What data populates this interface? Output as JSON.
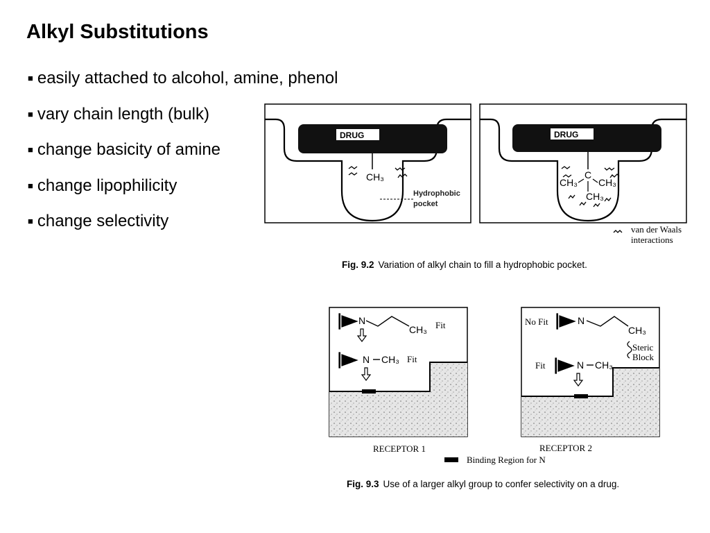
{
  "slide": {
    "title": "Alkyl Substitutions",
    "bullets": [
      "easily attached to alcohol, amine, phenol",
      "vary chain length (bulk)",
      "change basicity of amine",
      "change lipophilicity",
      "change selectivity"
    ]
  },
  "fig92": {
    "drug_label": "DRUG",
    "methyl_label": "CH₃",
    "carbon_label": "C",
    "hydrophobic_label_line1": "Hydrophobic",
    "hydrophobic_label_line2": "pocket",
    "legend_line1": "van der Waals",
    "legend_line2": "interactions",
    "caption_num": "Fig. 9.2",
    "caption_text": "Variation of alkyl chain to fill a hydrophobic pocket."
  },
  "fig93": {
    "fit_label": "Fit",
    "no_fit_label": "No Fit",
    "steric_line1": "Steric",
    "steric_line2": "Block",
    "nitrogen_label": "N",
    "methyl_label": "CH₃",
    "ethyl_chain_end": "CH₃",
    "receptor1_label": "RECEPTOR 1",
    "receptor2_label": "RECEPTOR 2",
    "binding_legend": "Binding Region for N",
    "caption_num": "Fig. 9.3",
    "caption_text": "Use of a larger alkyl group to confer selectivity on a drug."
  }
}
